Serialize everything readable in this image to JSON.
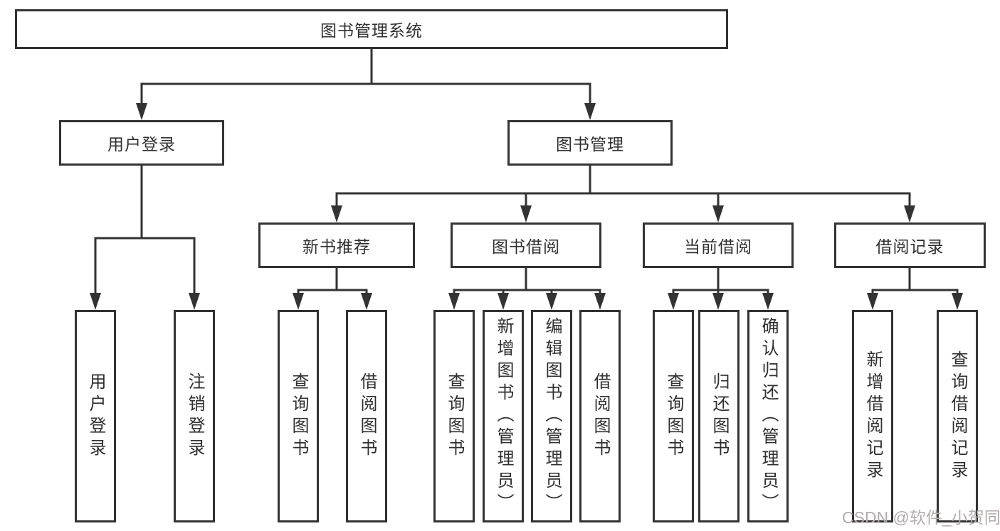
{
  "root": {
    "label": "图书管理系统"
  },
  "level2": [
    {
      "label": "用户登录"
    },
    {
      "label": "图书管理"
    }
  ],
  "level3": [
    {
      "label": "新书推荐"
    },
    {
      "label": "图书借阅"
    },
    {
      "label": "当前借阅"
    },
    {
      "label": "借阅记录"
    }
  ],
  "leaves": [
    "用户登录",
    "注销登录",
    "查询图书",
    "借阅图书",
    "查询图书",
    "新增图书（管理员）",
    "编辑图书（管理员）",
    "借阅图书",
    "查询图书",
    "归还图书",
    "确认归还（管理员）",
    "新增借阅记录",
    "查询借阅记录"
  ],
  "watermark": {
    "text": "CSDN @软件_小贺同学"
  },
  "colors": {
    "line": "#333333",
    "text": "#2f2f2f",
    "watermark": "#b3abab",
    "background": "#ffffff"
  }
}
